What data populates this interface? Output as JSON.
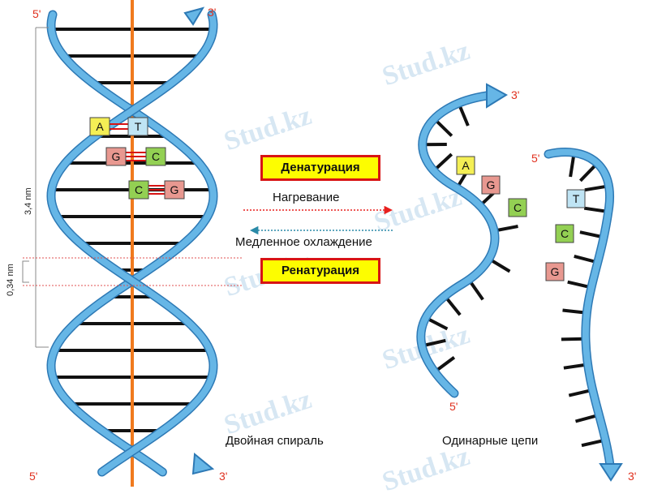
{
  "watermark": "Stud.kz",
  "helix": {
    "top_left_end": "5'",
    "top_right_end": "3'",
    "bottom_left_end": "5'",
    "bottom_right_end": "3'",
    "pitch_label": "3,4 nm",
    "rise_label": "0,34 nm",
    "pairs": [
      {
        "left": "A",
        "right": "T"
      },
      {
        "left": "G",
        "right": "C"
      },
      {
        "left": "C",
        "right": "G"
      }
    ],
    "caption": "Двойная спираль"
  },
  "process": {
    "denaturation": "Денатурация",
    "heating": "Нагревание",
    "slow_cooling": "Медленное охлаждение",
    "renaturation": "Ренатурация"
  },
  "single_strands": {
    "left_top_end": "3'",
    "left_bottom_end": "5'",
    "right_top_end": "5'",
    "right_bottom_end": "3'",
    "left_bases": [
      "A",
      "G",
      "C"
    ],
    "right_bases": [
      "T",
      "C",
      "G"
    ],
    "caption": "Одинарные цепи"
  },
  "colors": {
    "backbone": "#5fb0e3",
    "backbone_edge": "#2d79b5",
    "axis": "#f07a1e",
    "base_A": "#f4ef55",
    "base_T": "#bfe4f4",
    "base_G": "#e89890",
    "base_C": "#93d053",
    "box_fill": "#fdfd00",
    "box_border": "#d81414",
    "heat_arrow": "#e8201e",
    "cool_arrow": "#2a8aa8"
  }
}
